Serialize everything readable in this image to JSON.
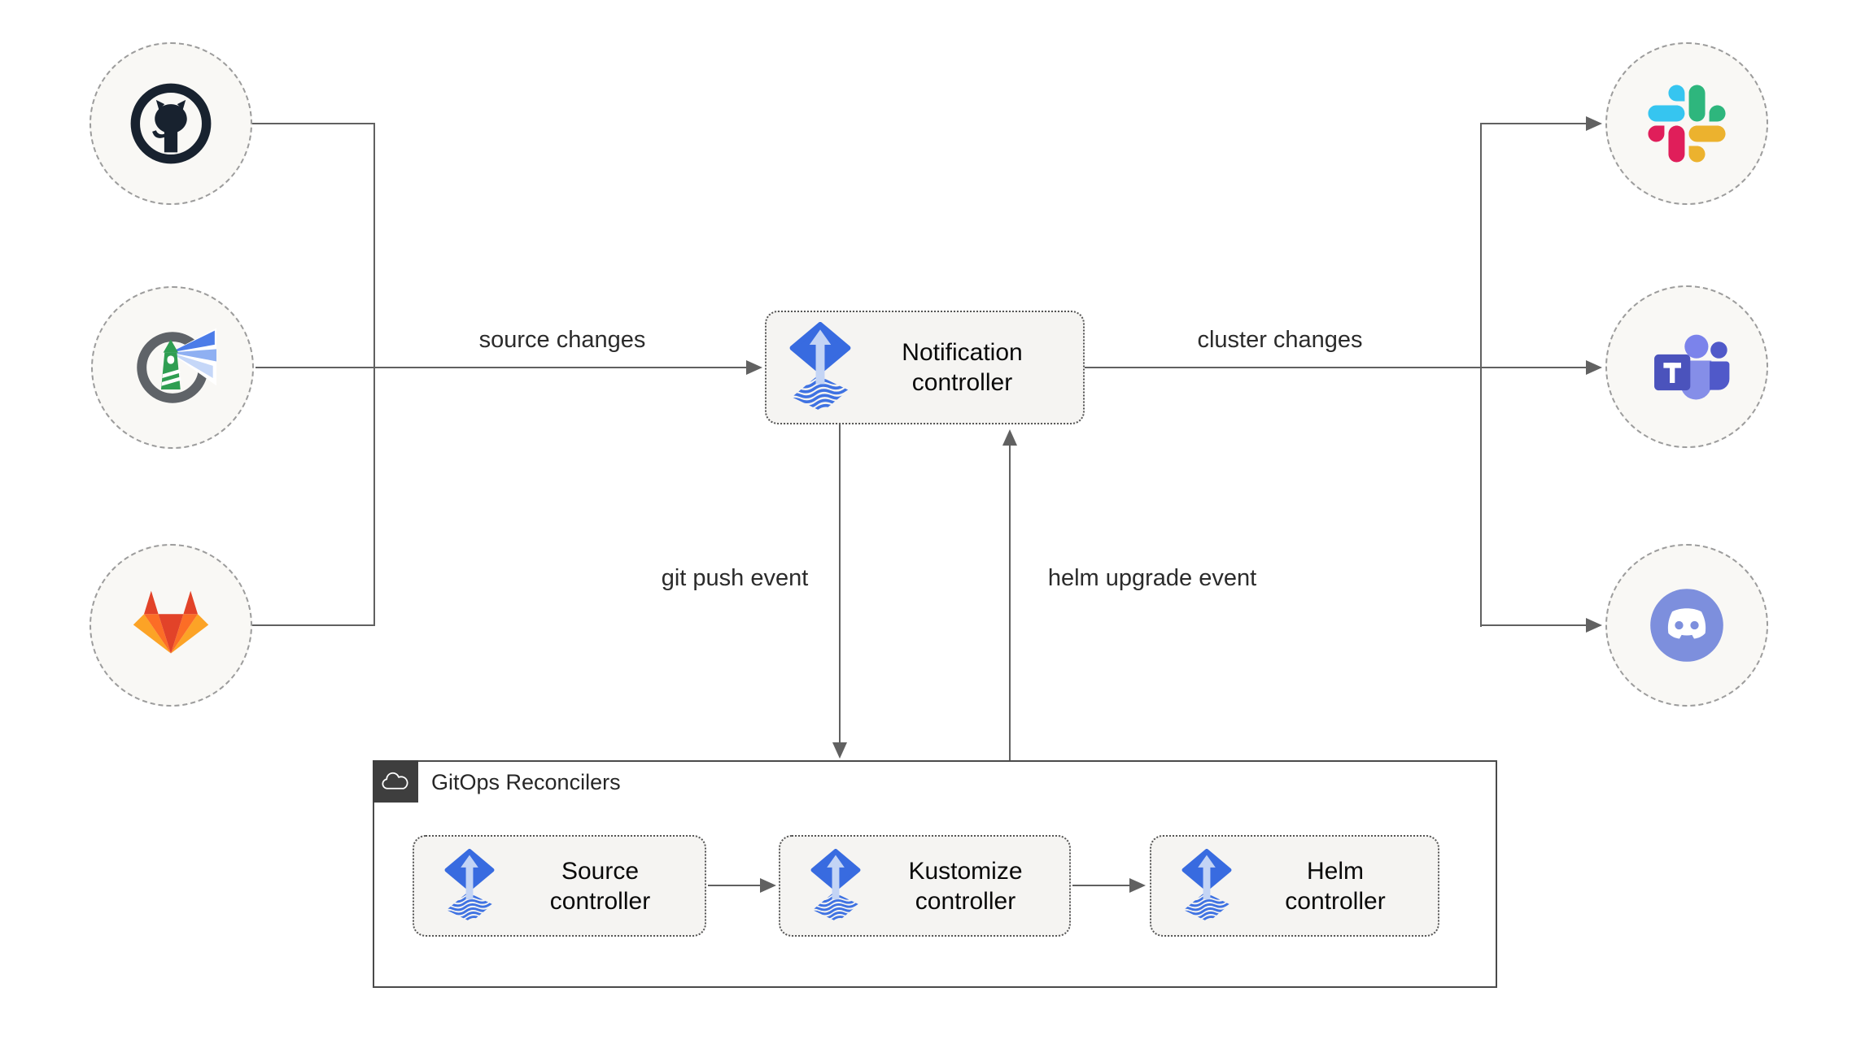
{
  "notification_controller": {
    "line1": "Notification",
    "line2": "controller",
    "icon": "flux-icon"
  },
  "edges": {
    "source_changes": "source changes",
    "cluster_changes": "cluster changes",
    "git_push_event": "git push event",
    "helm_upgrade_event": "helm upgrade event"
  },
  "sources": [
    {
      "icon": "github-icon"
    },
    {
      "icon": "harbor-icon"
    },
    {
      "icon": "gitlab-icon"
    }
  ],
  "targets": [
    {
      "icon": "slack-icon"
    },
    {
      "icon": "teams-icon"
    },
    {
      "icon": "discord-icon"
    }
  ],
  "reconcilers": {
    "title": "GitOps Reconcilers",
    "icon": "cloud-icon",
    "controllers": [
      {
        "line1": "Source",
        "line2": "controller",
        "icon": "flux-icon"
      },
      {
        "line1": "Kustomize",
        "line2": "controller",
        "icon": "flux-icon"
      },
      {
        "line1": "Helm",
        "line2": "controller",
        "icon": "flux-icon"
      }
    ]
  },
  "colors": {
    "line": "#616161",
    "flux_blue": "#386be0",
    "flux_arrow_light": "#c3d4f5",
    "box_bg": "#f5f4f2",
    "box_border": "#555555",
    "circle_bg": "#f9f8f5",
    "circle_border": "#9c9c9c",
    "container_border": "#4a4a4a",
    "header_bg": "#3e3e3e",
    "slack": [
      "#36C5F0",
      "#2EB67D",
      "#ECB22E",
      "#E01E5A"
    ],
    "teams": [
      "#7b83eb",
      "#5059c9",
      "#4b53bc"
    ],
    "discord": "#7d8fdd",
    "gitlab": [
      "#e24329",
      "#fc6d26",
      "#fca326"
    ],
    "harbor_green": "#2f9e52",
    "github_dark": "#18222f"
  }
}
